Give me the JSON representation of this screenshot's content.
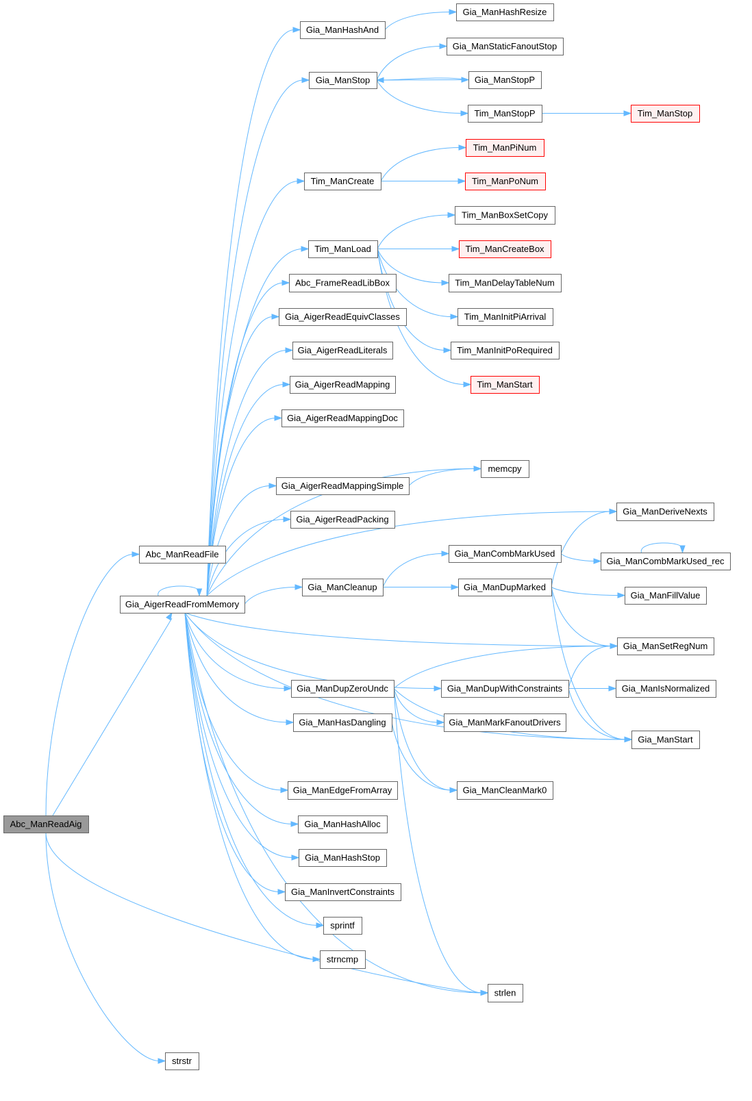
{
  "graph": {
    "title": "Abc_ManReadAig call graph",
    "colors": {
      "edge": "#63b8ff",
      "root_fill": "#999999",
      "root_border": "#666666",
      "node_border": "#666666",
      "red_border": "#ff0000",
      "red_fill": "#fff0f0"
    },
    "nodes": [
      {
        "label": "Abc_ManReadAig",
        "style": "root"
      },
      {
        "label": "Abc_ManReadFile",
        "style": "normal"
      },
      {
        "label": "Gia_AigerReadFromMemory",
        "style": "normal"
      },
      {
        "label": "strstr",
        "style": "normal"
      },
      {
        "label": "Gia_ManHashAnd",
        "style": "normal"
      },
      {
        "label": "Gia_ManHashResize",
        "style": "normal"
      },
      {
        "label": "Gia_ManStaticFanoutStop",
        "style": "normal"
      },
      {
        "label": "Gia_ManStop",
        "style": "normal"
      },
      {
        "label": "Gia_ManStopP",
        "style": "normal"
      },
      {
        "label": "Tim_ManStopP",
        "style": "normal"
      },
      {
        "label": "Tim_ManStop",
        "style": "red"
      },
      {
        "label": "Tim_ManPiNum",
        "style": "red"
      },
      {
        "label": "Tim_ManCreate",
        "style": "normal"
      },
      {
        "label": "Tim_ManPoNum",
        "style": "red"
      },
      {
        "label": "Tim_ManBoxSetCopy",
        "style": "normal"
      },
      {
        "label": "Tim_ManLoad",
        "style": "normal"
      },
      {
        "label": "Tim_ManCreateBox",
        "style": "red"
      },
      {
        "label": "Tim_ManDelayTableNum",
        "style": "normal"
      },
      {
        "label": "Abc_FrameReadLibBox",
        "style": "normal"
      },
      {
        "label": "Gia_AigerReadEquivClasses",
        "style": "normal"
      },
      {
        "label": "Tim_ManInitPiArrival",
        "style": "normal"
      },
      {
        "label": "Gia_AigerReadLiterals",
        "style": "normal"
      },
      {
        "label": "Tim_ManInitPoRequired",
        "style": "normal"
      },
      {
        "label": "Gia_AigerReadMapping",
        "style": "normal"
      },
      {
        "label": "Tim_ManStart",
        "style": "red"
      },
      {
        "label": "Gia_AigerReadMappingDoc",
        "style": "normal"
      },
      {
        "label": "memcpy",
        "style": "normal"
      },
      {
        "label": "Gia_AigerReadMappingSimple",
        "style": "normal"
      },
      {
        "label": "Gia_AigerReadPacking",
        "style": "normal"
      },
      {
        "label": "Gia_ManDeriveNexts",
        "style": "normal"
      },
      {
        "label": "Gia_ManCombMarkUsed",
        "style": "normal"
      },
      {
        "label": "Gia_ManCombMarkUsed_rec",
        "style": "normal"
      },
      {
        "label": "Gia_ManCleanup",
        "style": "normal"
      },
      {
        "label": "Gia_ManDupMarked",
        "style": "normal"
      },
      {
        "label": "Gia_ManFillValue",
        "style": "normal"
      },
      {
        "label": "Gia_ManSetRegNum",
        "style": "normal"
      },
      {
        "label": "Gia_ManDupZeroUndc",
        "style": "normal"
      },
      {
        "label": "Gia_ManDupWithConstraints",
        "style": "normal"
      },
      {
        "label": "Gia_ManIsNormalized",
        "style": "normal"
      },
      {
        "label": "Gia_ManHasDangling",
        "style": "normal"
      },
      {
        "label": "Gia_ManMarkFanoutDrivers",
        "style": "normal"
      },
      {
        "label": "Gia_ManStart",
        "style": "normal"
      },
      {
        "label": "Gia_ManEdgeFromArray",
        "style": "normal"
      },
      {
        "label": "Gia_ManCleanMark0",
        "style": "normal"
      },
      {
        "label": "Gia_ManHashAlloc",
        "style": "normal"
      },
      {
        "label": "Gia_ManHashStop",
        "style": "normal"
      },
      {
        "label": "Gia_ManInvertConstraints",
        "style": "normal"
      },
      {
        "label": "sprintf",
        "style": "normal"
      },
      {
        "label": "strncmp",
        "style": "normal"
      },
      {
        "label": "strlen",
        "style": "normal"
      }
    ],
    "edges": [
      [
        "Abc_ManReadAig",
        "Abc_ManReadFile"
      ],
      [
        "Abc_ManReadAig",
        "Gia_AigerReadFromMemory"
      ],
      [
        "Abc_ManReadAig",
        "strlen"
      ],
      [
        "Abc_ManReadAig",
        "strstr"
      ],
      [
        "Gia_AigerReadFromMemory",
        "Gia_AigerReadFromMemory"
      ],
      [
        "Gia_AigerReadFromMemory",
        "Gia_ManHashAnd"
      ],
      [
        "Gia_AigerReadFromMemory",
        "Gia_ManStop"
      ],
      [
        "Gia_AigerReadFromMemory",
        "Tim_ManCreate"
      ],
      [
        "Gia_AigerReadFromMemory",
        "Tim_ManLoad"
      ],
      [
        "Gia_AigerReadFromMemory",
        "Abc_FrameReadLibBox"
      ],
      [
        "Gia_AigerReadFromMemory",
        "Gia_AigerReadEquivClasses"
      ],
      [
        "Gia_AigerReadFromMemory",
        "Gia_AigerReadLiterals"
      ],
      [
        "Gia_AigerReadFromMemory",
        "Gia_AigerReadMapping"
      ],
      [
        "Gia_AigerReadFromMemory",
        "Gia_AigerReadMappingDoc"
      ],
      [
        "Gia_AigerReadFromMemory",
        "memcpy"
      ],
      [
        "Gia_AigerReadFromMemory",
        "Gia_AigerReadMappingSimple"
      ],
      [
        "Gia_AigerReadFromMemory",
        "Gia_AigerReadPacking"
      ],
      [
        "Gia_AigerReadFromMemory",
        "Gia_ManDeriveNexts"
      ],
      [
        "Gia_AigerReadFromMemory",
        "Gia_ManCleanup"
      ],
      [
        "Gia_AigerReadFromMemory",
        "Gia_ManSetRegNum"
      ],
      [
        "Gia_AigerReadFromMemory",
        "Gia_ManDupWithConstraints"
      ],
      [
        "Gia_AigerReadFromMemory",
        "Gia_ManDupZeroUndc"
      ],
      [
        "Gia_AigerReadFromMemory",
        "Gia_ManHasDangling"
      ],
      [
        "Gia_AigerReadFromMemory",
        "Gia_ManStart"
      ],
      [
        "Gia_AigerReadFromMemory",
        "Gia_ManEdgeFromArray"
      ],
      [
        "Gia_AigerReadFromMemory",
        "Gia_ManHashAlloc"
      ],
      [
        "Gia_AigerReadFromMemory",
        "Gia_ManHashStop"
      ],
      [
        "Gia_AigerReadFromMemory",
        "Gia_ManInvertConstraints"
      ],
      [
        "Gia_AigerReadFromMemory",
        "sprintf"
      ],
      [
        "Gia_AigerReadFromMemory",
        "strncmp"
      ],
      [
        "Gia_AigerReadFromMemory",
        "strlen"
      ],
      [
        "Gia_ManHashAnd",
        "Gia_ManHashResize"
      ],
      [
        "Gia_ManStop",
        "Gia_ManStaticFanoutStop"
      ],
      [
        "Gia_ManStop",
        "Gia_ManStopP"
      ],
      [
        "Gia_ManStop",
        "Tim_ManStopP"
      ],
      [
        "Gia_ManStopP",
        "Gia_ManStop"
      ],
      [
        "Tim_ManStopP",
        "Tim_ManStop"
      ],
      [
        "Tim_ManCreate",
        "Tim_ManPiNum"
      ],
      [
        "Tim_ManCreate",
        "Tim_ManPoNum"
      ],
      [
        "Tim_ManLoad",
        "Tim_ManBoxSetCopy"
      ],
      [
        "Tim_ManLoad",
        "Tim_ManCreateBox"
      ],
      [
        "Tim_ManLoad",
        "Tim_ManDelayTableNum"
      ],
      [
        "Tim_ManLoad",
        "Tim_ManInitPiArrival"
      ],
      [
        "Tim_ManLoad",
        "Tim_ManInitPoRequired"
      ],
      [
        "Tim_ManLoad",
        "Tim_ManStart"
      ],
      [
        "Gia_AigerReadMappingSimple",
        "memcpy"
      ],
      [
        "Gia_ManCleanup",
        "Gia_ManCombMarkUsed"
      ],
      [
        "Gia_ManCleanup",
        "Gia_ManDupMarked"
      ],
      [
        "Gia_ManCombMarkUsed",
        "Gia_ManCombMarkUsed_rec"
      ],
      [
        "Gia_ManCombMarkUsed_rec",
        "Gia_ManCombMarkUsed_rec"
      ],
      [
        "Gia_ManDupMarked",
        "Gia_ManDeriveNexts"
      ],
      [
        "Gia_ManDupMarked",
        "Gia_ManFillValue"
      ],
      [
        "Gia_ManDupMarked",
        "Gia_ManSetRegNum"
      ],
      [
        "Gia_ManDupMarked",
        "Gia_ManStart"
      ],
      [
        "Gia_ManDupZeroUndc",
        "Gia_ManSetRegNum"
      ],
      [
        "Gia_ManDupZeroUndc",
        "Gia_ManMarkFanoutDrivers"
      ],
      [
        "Gia_ManDupZeroUndc",
        "Gia_ManStart"
      ],
      [
        "Gia_ManDupZeroUndc",
        "Gia_ManCleanMark0"
      ],
      [
        "Gia_ManDupZeroUndc",
        "strlen"
      ],
      [
        "Gia_ManDupWithConstraints",
        "Gia_ManSetRegNum"
      ],
      [
        "Gia_ManDupWithConstraints",
        "Gia_ManIsNormalized"
      ],
      [
        "Gia_ManDupWithConstraints",
        "Gia_ManStart"
      ],
      [
        "Gia_ManHasDangling",
        "Gia_ManCleanMark0"
      ]
    ]
  }
}
